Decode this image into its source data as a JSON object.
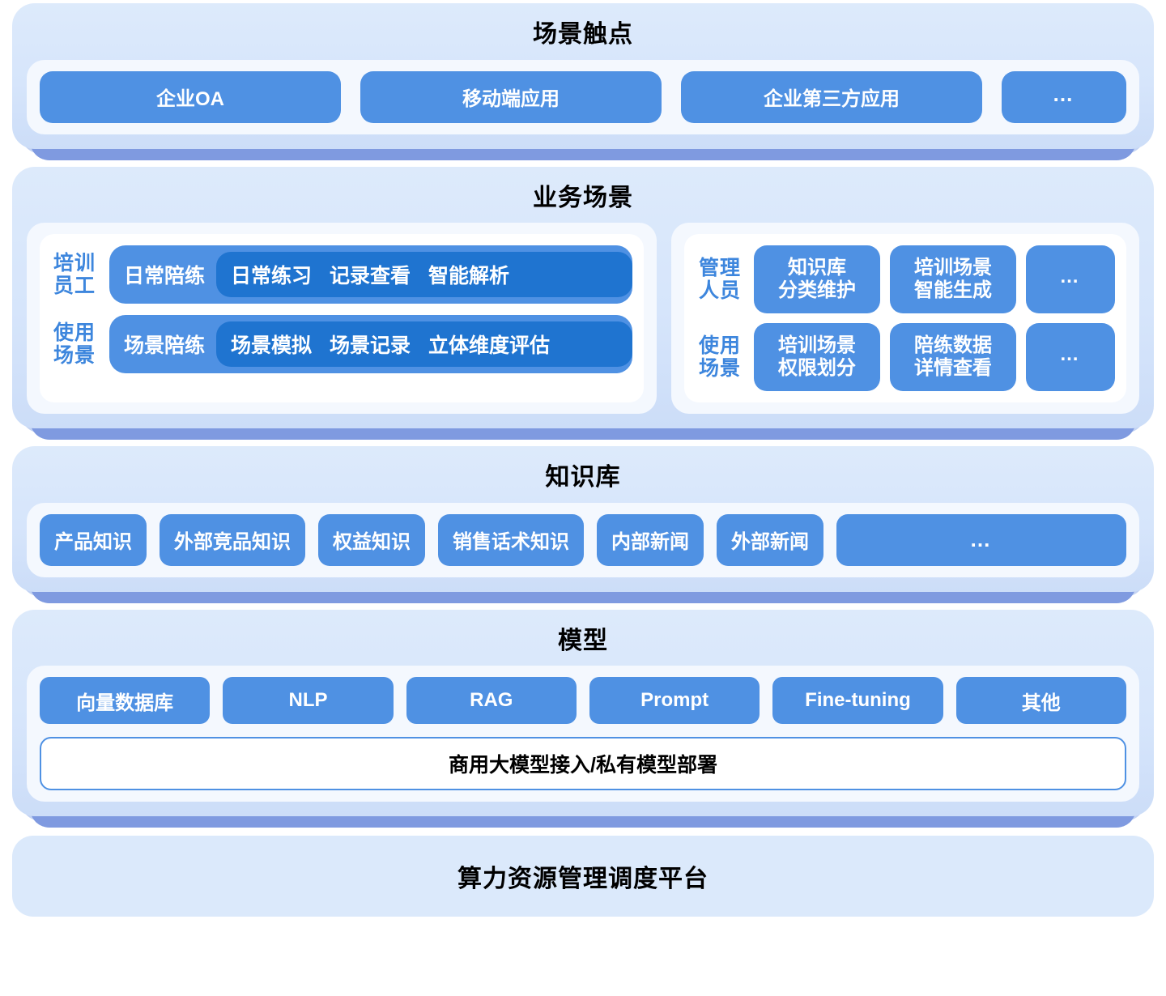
{
  "layers": {
    "touchpoints": {
      "title": "场景触点",
      "items": [
        {
          "label": "企业OA"
        },
        {
          "label": "移动端应用"
        },
        {
          "label": "企业第三方应用"
        },
        {
          "label": "…"
        }
      ]
    },
    "business": {
      "title": "业务场景",
      "left": {
        "rows": [
          {
            "role_line1": "培训",
            "role_line2": "员工",
            "lead": "日常陪练",
            "chips": [
              "日常练习",
              "记录查看",
              "智能解析"
            ]
          },
          {
            "role_line1": "使用",
            "role_line2": "场景",
            "lead": "场景陪练",
            "chips": [
              "场景模拟",
              "场景记录",
              "立体维度评估"
            ]
          }
        ]
      },
      "right": {
        "rows": [
          {
            "role_line1": "管理",
            "role_line2": "人员",
            "boxes": [
              {
                "line1": "知识库",
                "line2": "分类维护"
              },
              {
                "line1": "培训场景",
                "line2": "智能生成"
              }
            ],
            "more": "…"
          },
          {
            "role_line1": "使用",
            "role_line2": "场景",
            "boxes": [
              {
                "line1": "培训场景",
                "line2": "权限划分"
              },
              {
                "line1": "陪练数据",
                "line2": "详情查看"
              }
            ],
            "more": "…"
          }
        ]
      }
    },
    "knowledge": {
      "title": "知识库",
      "items": [
        {
          "label": "产品知识"
        },
        {
          "label": "外部竞品知识"
        },
        {
          "label": "权益知识"
        },
        {
          "label": "销售话术知识"
        },
        {
          "label": "内部新闻"
        },
        {
          "label": "外部新闻"
        },
        {
          "label": "…"
        }
      ]
    },
    "model": {
      "title": "模型",
      "items": [
        {
          "label": "向量数据库"
        },
        {
          "label": "NLP"
        },
        {
          "label": "RAG"
        },
        {
          "label": "Prompt"
        },
        {
          "label": "Fine-tuning"
        },
        {
          "label": "其他"
        }
      ],
      "deployment": "商用大模型接入/私有模型部署"
    },
    "platform": {
      "title": "算力资源管理调度平台"
    }
  },
  "colors": {
    "card_bg": "#d9e7fb",
    "panel_bg": "#f4f8fe",
    "pill_blue": "#4f91e3",
    "pill_blue_dark": "#1f74d0",
    "base_shadow": "#7f9ae0",
    "label_blue": "#3d86dd",
    "bottom_card": "#dbe9fb"
  }
}
